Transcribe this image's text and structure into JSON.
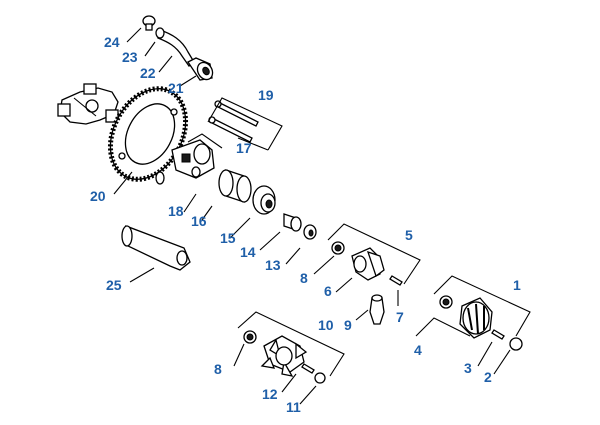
{
  "theme": {
    "callout_color": "#1f5fa8",
    "line_color": "#000000"
  },
  "callouts": {
    "c1": "1",
    "c2": "2",
    "c3": "3",
    "c4": "4",
    "c5": "5",
    "c6": "6",
    "c7": "7",
    "c8a": "8",
    "c8b": "8",
    "c9": "9",
    "c10": "10",
    "c11": "11",
    "c12": "12",
    "c13": "13",
    "c14": "14",
    "c15": "15",
    "c16": "16",
    "c17": "17",
    "c18": "18",
    "c19": "19",
    "c20": "20",
    "c21": "21",
    "c22": "22",
    "c23": "23",
    "c24": "24",
    "c25": "25"
  }
}
